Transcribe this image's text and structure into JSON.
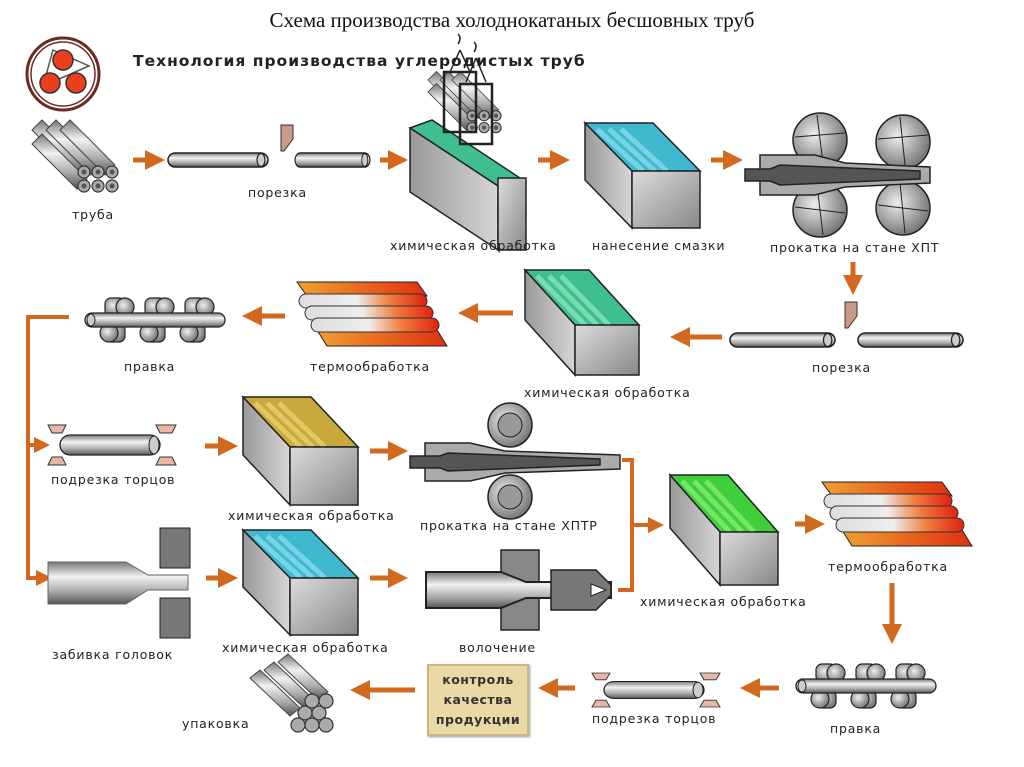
{
  "title": "Схема производства холоднокатаных бесшовных труб",
  "subtitle": "Технология производства углеродистых труб",
  "logo": {
    "icon": "three-pipes-logo-icon",
    "color": "#e8401c"
  },
  "colors": {
    "arrow": "#d2691e",
    "bath_green": "#3fbf8f",
    "bath_blue": "#3fb8d0",
    "bath_yellow": "#c8a93a",
    "bath_lime": "#3ecf3a",
    "heat": "#e8401c",
    "qc_box": "#e9d9a6"
  },
  "steps": {
    "pipe": "труба",
    "cutting1": "порезка",
    "chem1": "химическая обработка",
    "lubrication": "нанесение смазки",
    "rolling_hpt": "прокатка на стане ХПТ",
    "cutting2": "порезка",
    "chem2": "химическая обработка",
    "heat1": "термообработка",
    "straightening1": "правка",
    "end_trim1": "подрезка торцов",
    "chem3": "химическая обработка",
    "rolling_hptr": "прокатка на стане ХПТР",
    "heading": "забивка головок",
    "chem4": "химическая обработка",
    "drawing": "волочение",
    "chem5": "химическая обработка",
    "heat2": "термообработка",
    "straightening2": "правка",
    "end_trim2": "подрезка торцов",
    "quality_control": [
      "контроль",
      "качества",
      "продукции"
    ],
    "packing": "упаковка"
  }
}
